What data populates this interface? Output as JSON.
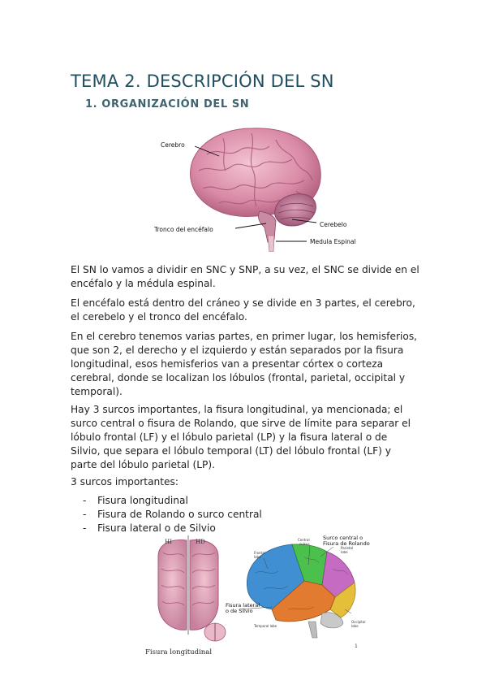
{
  "doc": {
    "title": "TEMA 2. DESCRIPCIÓN DEL SN",
    "subtitle": "1. ORGANIZACIÓN DEL SN",
    "page_number": "1"
  },
  "figure1": {
    "labels": {
      "cerebro": "Cerebro",
      "tronco": "Tronco del encéfalo",
      "cerebelo": "Cerebelo",
      "medula": "Medula Espinal"
    }
  },
  "paragraphs": [
    "El SN lo vamos a dividir en SNC y SNP, a su vez, el SNC se divide en el encéfalo y la médula espinal.",
    "El encéfalo está dentro del cráneo y se divide en 3 partes, el cerebro, el cerebelo y el tronco del encéfalo.",
    "En el cerebro tenemos varias partes, en primer lugar, los hemisferios, que son 2, el derecho y el izquierdo y están separados por la fisura longitudinal, esos hemisferios van a presentar córtex o corteza cerebral, donde se localizan los lóbulos (frontal, parietal, occipital y temporal).",
    "Hay 3 surcos importantes, la fisura longitudinal, ya mencionada; el surco central o fisura de Rolando, que sirve de límite para separar el lóbulo frontal (LF) y el lóbulo parietal (LP) y la fisura lateral o de Silvio, que separa el lóbulo temporal (LT) del lóbulo frontal (LF) y parte del lóbulo parietal (LP).",
    "3 surcos importantes:"
  ],
  "list": {
    "marker": "-",
    "items": [
      "Fisura longitudinal",
      "Fisura de Rolando o surco central",
      "Fisura lateral o de Silvio"
    ]
  },
  "figure2": {
    "labels": {
      "hi": "HI",
      "hd": "HD",
      "fisura_longitudinal": "Fisura longitudinal",
      "fisura_lateral_1": "Fisura lateral",
      "fisura_lateral_2": "o de Silvio",
      "surco_central_1": "Surco central o",
      "surco_central_2": "Fisura de Rolando",
      "central_sulcus_1": "Central",
      "central_sulcus_2": "sulcus",
      "parietal_1": "Parietal",
      "parietal_2": "lobe",
      "frontal_1": "Frontal",
      "frontal_2": "lobe",
      "temporal": "Temporal lobe",
      "occipital_1": "Occipital",
      "occipital_2": "lobe"
    }
  }
}
